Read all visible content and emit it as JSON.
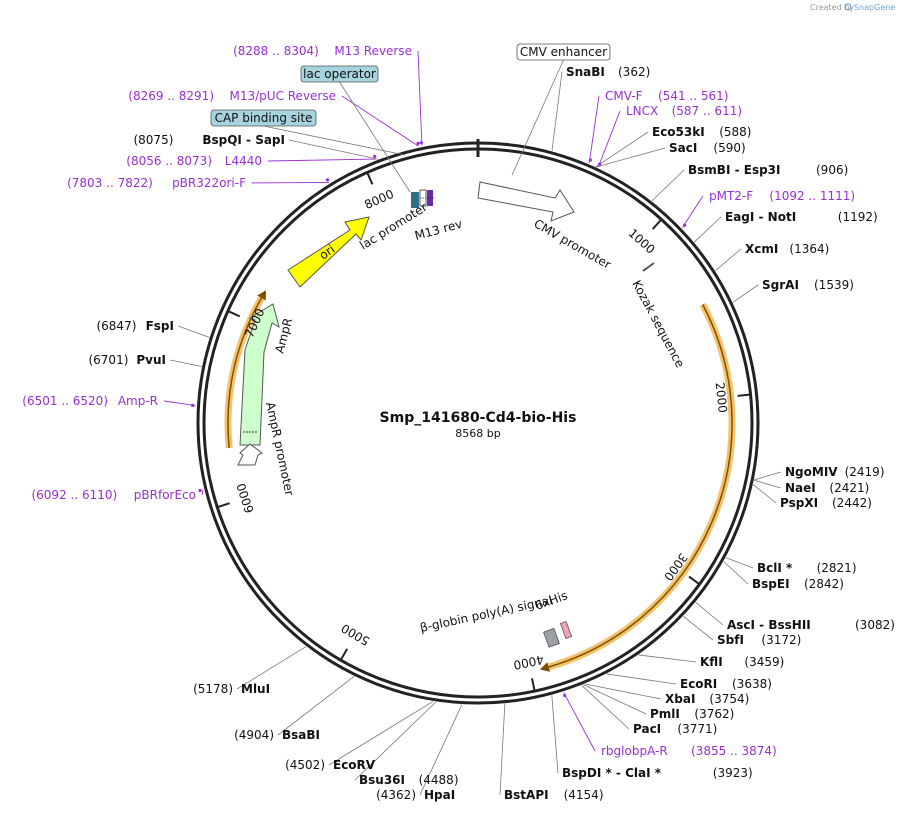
{
  "header": {
    "created_by": "Created by",
    "brand": "SnapGene"
  },
  "plasmid": {
    "name": "Smp_141680-Cd4-bio-His",
    "length": "8568 bp",
    "total_bp": 8568
  },
  "colors": {
    "backbone": "#222222",
    "primer": "#9a2fd3",
    "ori": "#ffff00",
    "ampr": "#ccffcc",
    "lac_box": "#a6d3dd",
    "orf_highlight": "#f5c26b"
  },
  "ticks": [
    "1000",
    "2000",
    "3000",
    "4000",
    "5000",
    "6000",
    "7000",
    "8000"
  ],
  "restriction_sites": [
    {
      "name": "SnaBI",
      "pos": "(362)",
      "bp": 362
    },
    {
      "name": "Eco53kI",
      "pos": "(588)",
      "bp": 588
    },
    {
      "name": "SacI",
      "pos": "(590)",
      "bp": 590
    },
    {
      "name": "BsmBI",
      "sep": "-",
      "name2": "Esp3I",
      "pos": "(906)",
      "bp": 906
    },
    {
      "name": "EagI",
      "sep": "-",
      "name2": "NotI",
      "pos": "(1192)",
      "bp": 1192
    },
    {
      "name": "XcmI",
      "pos": "(1364)",
      "bp": 1364
    },
    {
      "name": "SgrAI",
      "pos": "(1539)",
      "bp": 1539
    },
    {
      "name": "NgoMIV",
      "pos": "(2419)",
      "bp": 2419
    },
    {
      "name": "NaeI",
      "pos": "(2421)",
      "bp": 2421
    },
    {
      "name": "PspXI",
      "pos": "(2442)",
      "bp": 2442
    },
    {
      "name": "BclI *",
      "pos": "(2821)",
      "bp": 2821
    },
    {
      "name": "BspEI",
      "pos": "(2842)",
      "bp": 2842
    },
    {
      "name": "AscI",
      "sep": "-",
      "name2": "BssHII",
      "pos": "(3082)",
      "bp": 3082
    },
    {
      "name": "SbfI",
      "pos": "(3172)",
      "bp": 3172
    },
    {
      "name": "KflI",
      "pos": "(3459)",
      "bp": 3459
    },
    {
      "name": "EcoRI",
      "pos": "(3638)",
      "bp": 3638
    },
    {
      "name": "XbaI",
      "pos": "(3754)",
      "bp": 3754
    },
    {
      "name": "PmlI",
      "pos": "(3762)",
      "bp": 3762
    },
    {
      "name": "PacI",
      "pos": "(3771)",
      "bp": 3771
    },
    {
      "name": "BspDI *",
      "sep": "-",
      "name2": "ClaI *",
      "pos": "(3923)",
      "bp": 3923
    },
    {
      "name": "BstAPI",
      "pos": "(4154)",
      "bp": 4154
    },
    {
      "name": "HpaI",
      "pos": "(4362)",
      "bp": 4362
    },
    {
      "name": "Bsu36I",
      "pos": "(4488)",
      "bp": 4488
    },
    {
      "name": "EcoRV",
      "pos": "(4502)",
      "bp": 4502
    },
    {
      "name": "BsaBI",
      "pos": "(4904)",
      "bp": 4904
    },
    {
      "name": "MluI",
      "pos": "(5178)",
      "bp": 5178
    },
    {
      "name": "PvuI",
      "pos": "(6701)",
      "bp": 6701
    },
    {
      "name": "FspI",
      "pos": "(6847)",
      "bp": 6847
    },
    {
      "name": "BspQI",
      "sep": "-",
      "name2": "SapI",
      "pos": "(8075)",
      "bp": 8075
    }
  ],
  "primers": [
    {
      "name": "CMV-F",
      "pos": "(541 .. 561)",
      "bp": 551
    },
    {
      "name": "LNCX",
      "pos": "(587 .. 611)",
      "bp": 599
    },
    {
      "name": "pMT2-F",
      "pos": "(1092 .. 1111)",
      "bp": 1101
    },
    {
      "name": "rbglobpA-R",
      "pos": "(3855 .. 3874)",
      "bp": 3864
    },
    {
      "name": "pBRforEco",
      "pos": "(6092 .. 6110)",
      "bp": 6101
    },
    {
      "name": "Amp-R",
      "pos": "(6501 .. 6520)",
      "bp": 6510
    },
    {
      "name": "pBR322ori-F",
      "pos": "(7803 .. 7822)",
      "bp": 7812
    },
    {
      "name": "L4440",
      "pos": "(8056 .. 8073)",
      "bp": 8064
    },
    {
      "name": "M13/pUC Reverse",
      "pos": "(8269 .. 8291)",
      "bp": 8280
    },
    {
      "name": "M13 Reverse",
      "pos": "(8288 .. 8304)",
      "bp": 8296
    }
  ],
  "boxed_features": [
    {
      "name": "CMV enhancer",
      "bp": 280
    },
    {
      "name": "lac operator",
      "bp": 8320
    },
    {
      "name": "CAP binding site",
      "bp": 8220
    }
  ],
  "feature_labels": {
    "cmv_promoter": "CMV promoter",
    "kozak": "Kozak sequence",
    "his": "6xHis",
    "globin": "β-globin poly(A) signal",
    "ori": "ori",
    "ampr": "AmpR",
    "ampr_promoter": "AmpR promoter",
    "lac_promoter": "lac promoter",
    "m13rev": "M13 rev"
  }
}
